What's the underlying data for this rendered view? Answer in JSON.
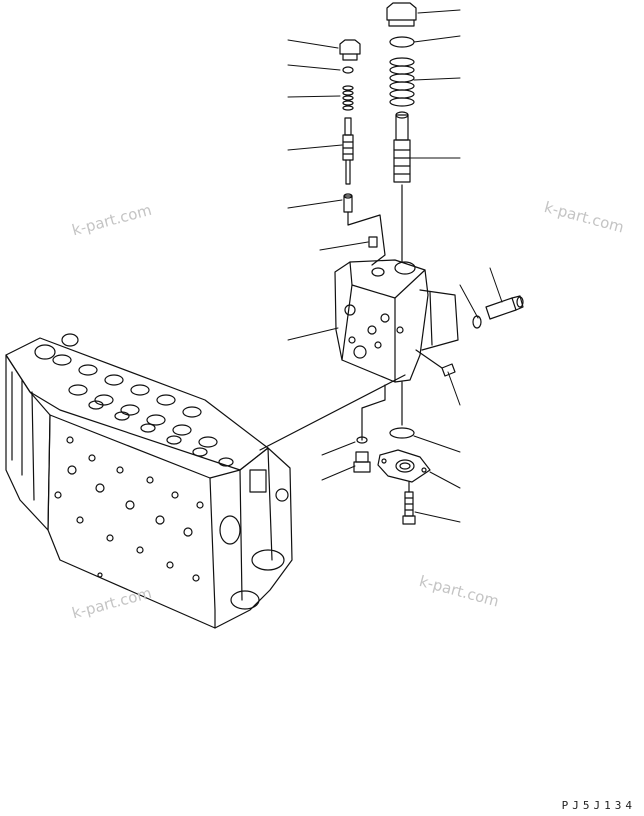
{
  "watermarks": [
    "k-part.com",
    "k-part.com",
    "k-part.com",
    "k-part.com"
  ],
  "drawing_code": "PJ5J134",
  "colors": {
    "line": "#111111",
    "watermark": "#c4c4c4",
    "background": "#ffffff"
  }
}
